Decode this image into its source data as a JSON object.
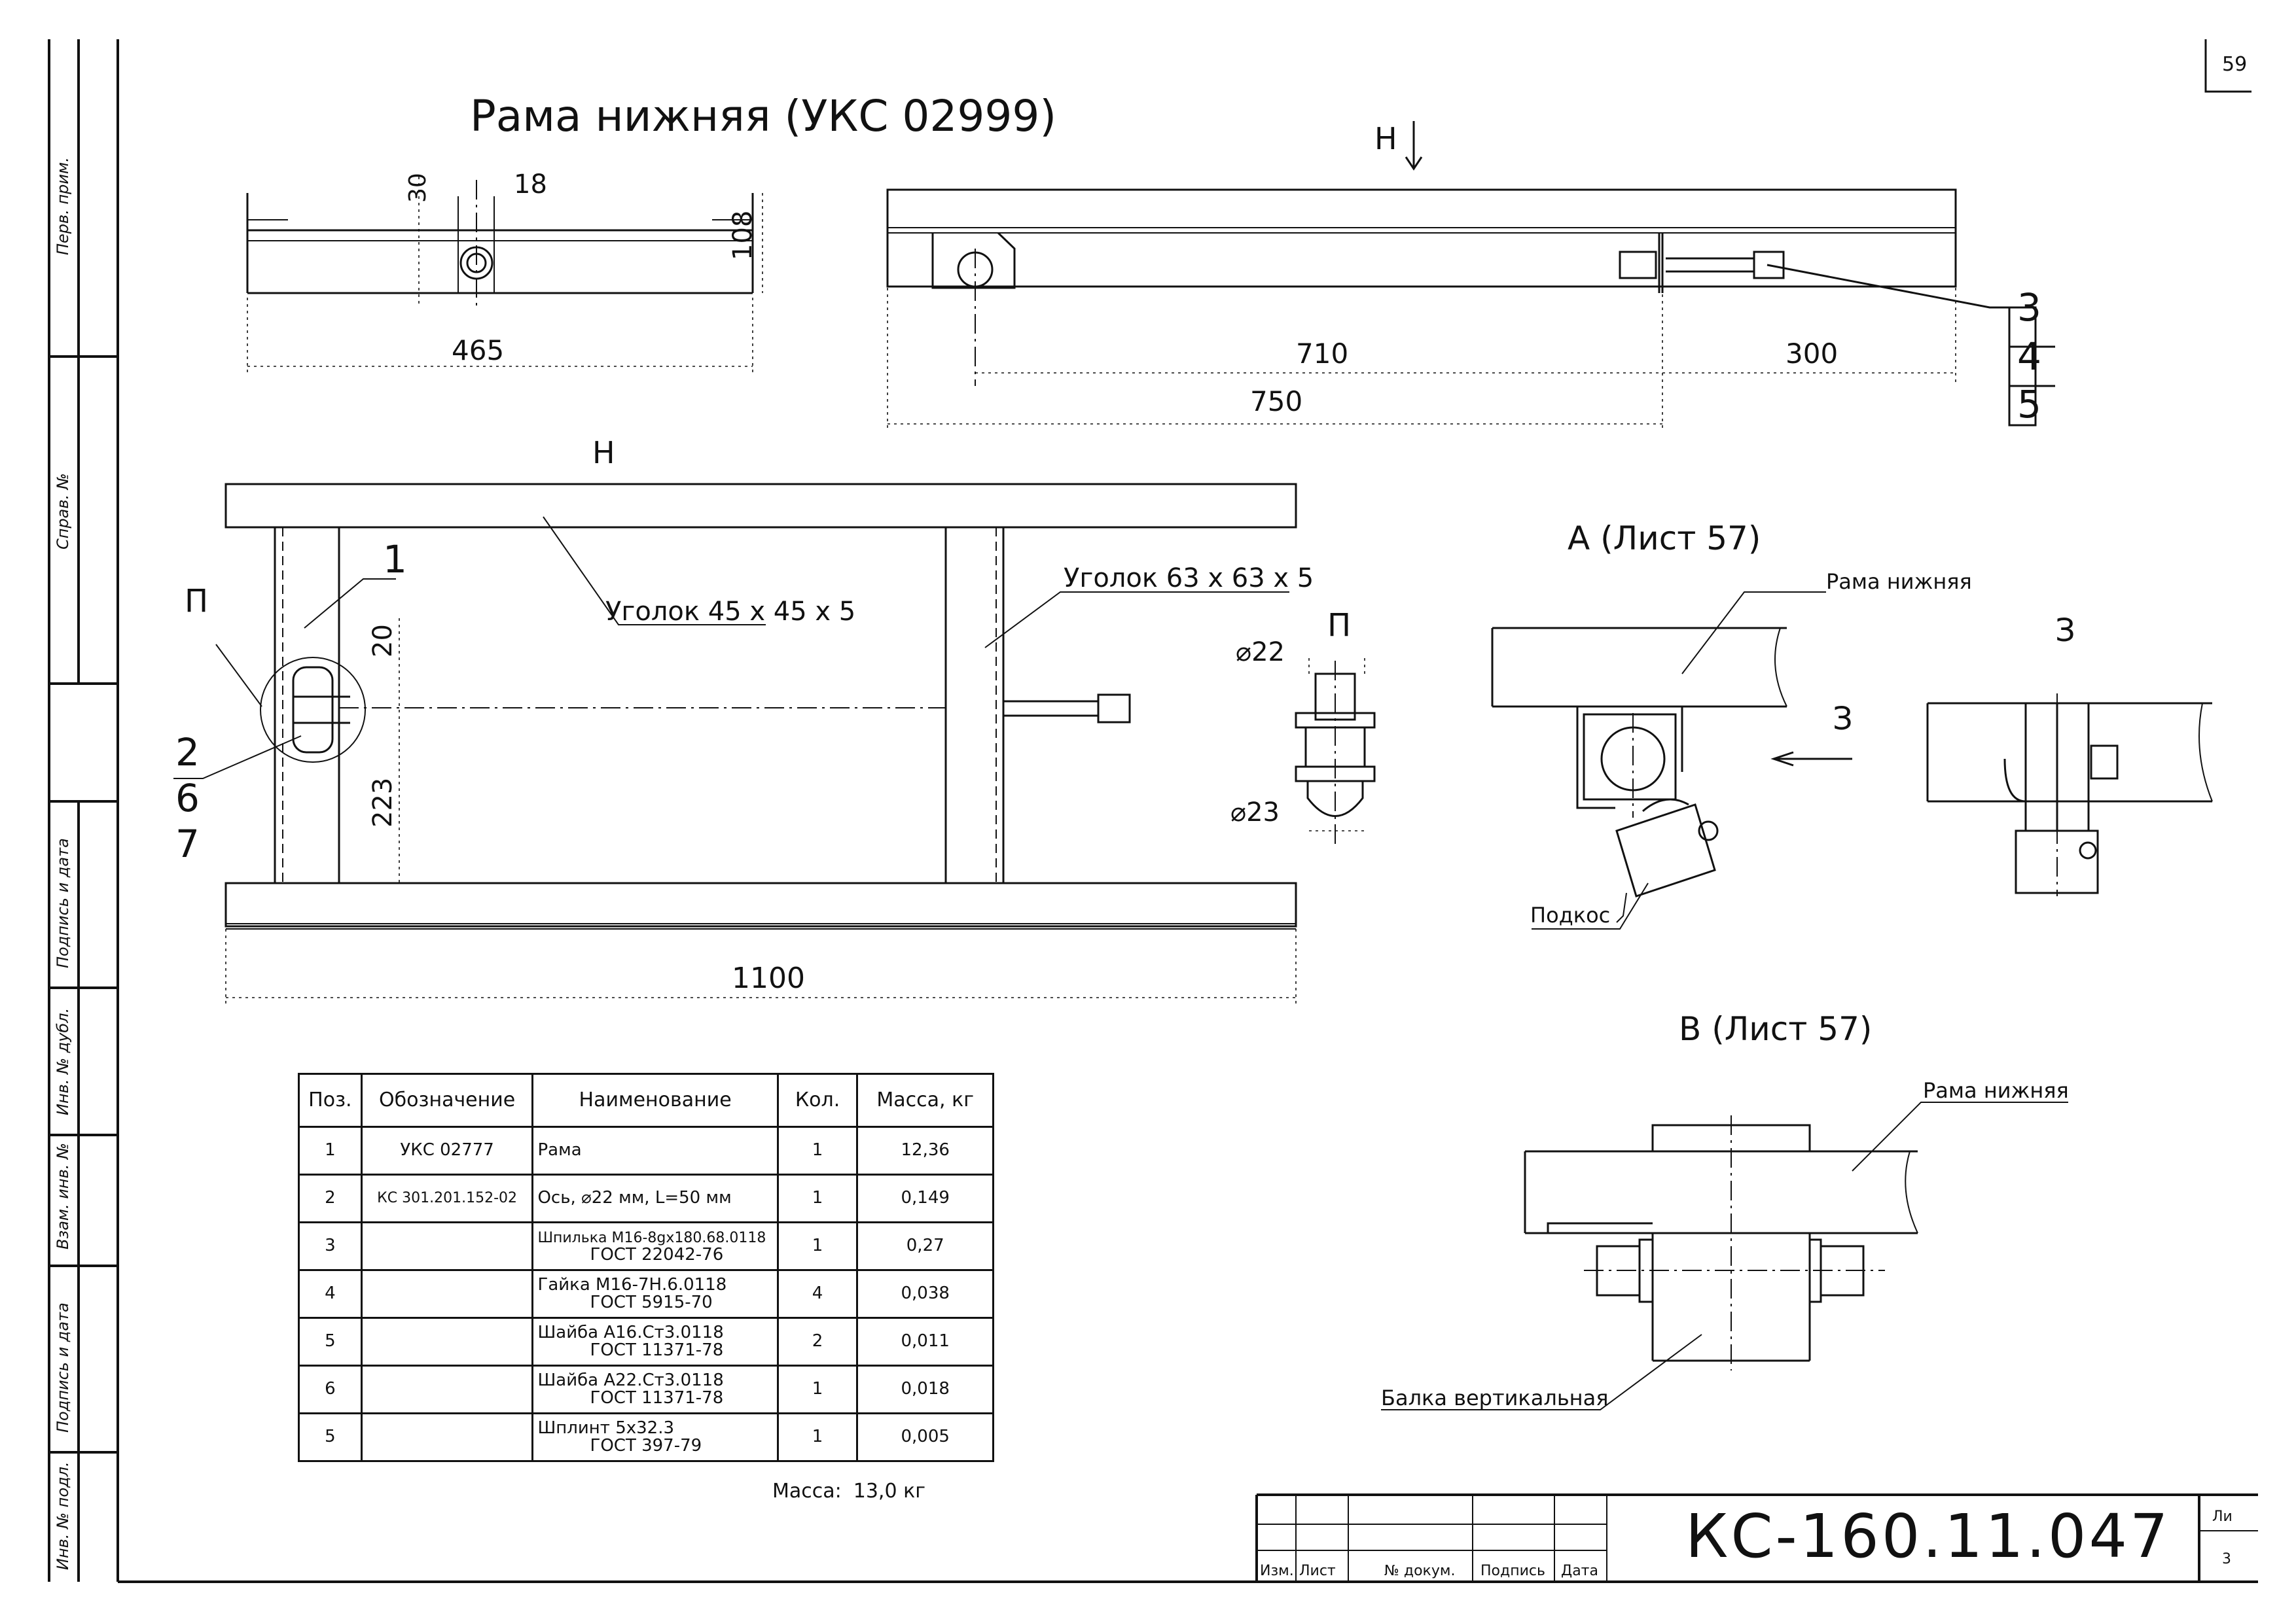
{
  "page_number": "59",
  "title": "Рама нижняя (УКС 02999)",
  "document_number": "КС-160.11.047",
  "side_labels": {
    "perv_prim": "Перв. прим.",
    "sprav": "Справ. №",
    "podpis_data_1": "Подпись и дата",
    "inv_dubl": "Инв. № дубл.",
    "vzam_inv": "Взам. инв. №",
    "podpis_data_2": "Подпись и дата",
    "inv_podl": "Инв. № подл."
  },
  "title_block": {
    "izm": "Изм.",
    "list": "Лист",
    "n_dokum": "№ докум.",
    "podpis": "Подпись",
    "data": "Дата",
    "list_right": "Ли",
    "list_right_value": "3"
  },
  "top_view": {
    "dims": {
      "d30": "30",
      "d18": "18",
      "d108": "108",
      "d465": "465"
    }
  },
  "side_view": {
    "view_label": "Н",
    "dims": {
      "d710": "710",
      "d300": "300",
      "d750": "750"
    },
    "callouts": [
      "3",
      "4",
      "5"
    ]
  },
  "main_view": {
    "view_label": "Н",
    "detail_label": "П",
    "dims": {
      "d20": "20",
      "d223": "223",
      "d1100": "1100"
    },
    "angle_small": "Уголок 45 х 45 х 5",
    "angle_large": "Уголок 63 х 63 х 5",
    "callouts": [
      "1",
      "2",
      "6",
      "7"
    ]
  },
  "detail_p": {
    "label": "П",
    "d_top": "⌀22",
    "d_bottom": "⌀23"
  },
  "view_a": {
    "title": "А (Лист 57)",
    "frame_label": "Рама нижняя",
    "brace_label": "Подкос",
    "arrow_label": "З",
    "view_z_label": "З"
  },
  "view_b": {
    "title": "В (Лист 57)",
    "frame_label": "Рама нижняя",
    "beam_label": "Балка вертикальная"
  },
  "spec": {
    "headers": [
      "Поз.",
      "Обозначение",
      "Наименование",
      "Кол.",
      "Масса, кг"
    ],
    "rows": [
      {
        "pos": "1",
        "code": "УКС 02777",
        "name1": "Рама",
        "name2": "",
        "qty": "1",
        "mass": "12,36"
      },
      {
        "pos": "2",
        "code": "КС 301.201.152-02",
        "name1": "Ось, ⌀22 мм, L=50 мм",
        "name2": "",
        "qty": "1",
        "mass": "0,149"
      },
      {
        "pos": "3",
        "code": "",
        "name1": "Шпилька М16-8gх180.68.0118",
        "name2": "ГОСТ 22042-76",
        "qty": "1",
        "mass": "0,27"
      },
      {
        "pos": "4",
        "code": "",
        "name1": "Гайка М16-7Н.6.0118",
        "name2": "ГОСТ 5915-70",
        "qty": "4",
        "mass": "0,038"
      },
      {
        "pos": "5",
        "code": "",
        "name1": "Шайба А16.Ст3.0118",
        "name2": "ГОСТ 11371-78",
        "qty": "2",
        "mass": "0,011"
      },
      {
        "pos": "6",
        "code": "",
        "name1": "Шайба А22.Ст3.0118",
        "name2": "ГОСТ 11371-78",
        "qty": "1",
        "mass": "0,018"
      },
      {
        "pos": "5",
        "code": "",
        "name1": "Шплинт 5х32.3",
        "name2": "ГОСТ 397-79",
        "qty": "1",
        "mass": "0,005"
      }
    ],
    "mass_label": "Масса:",
    "mass_value": "13,0 кг"
  }
}
